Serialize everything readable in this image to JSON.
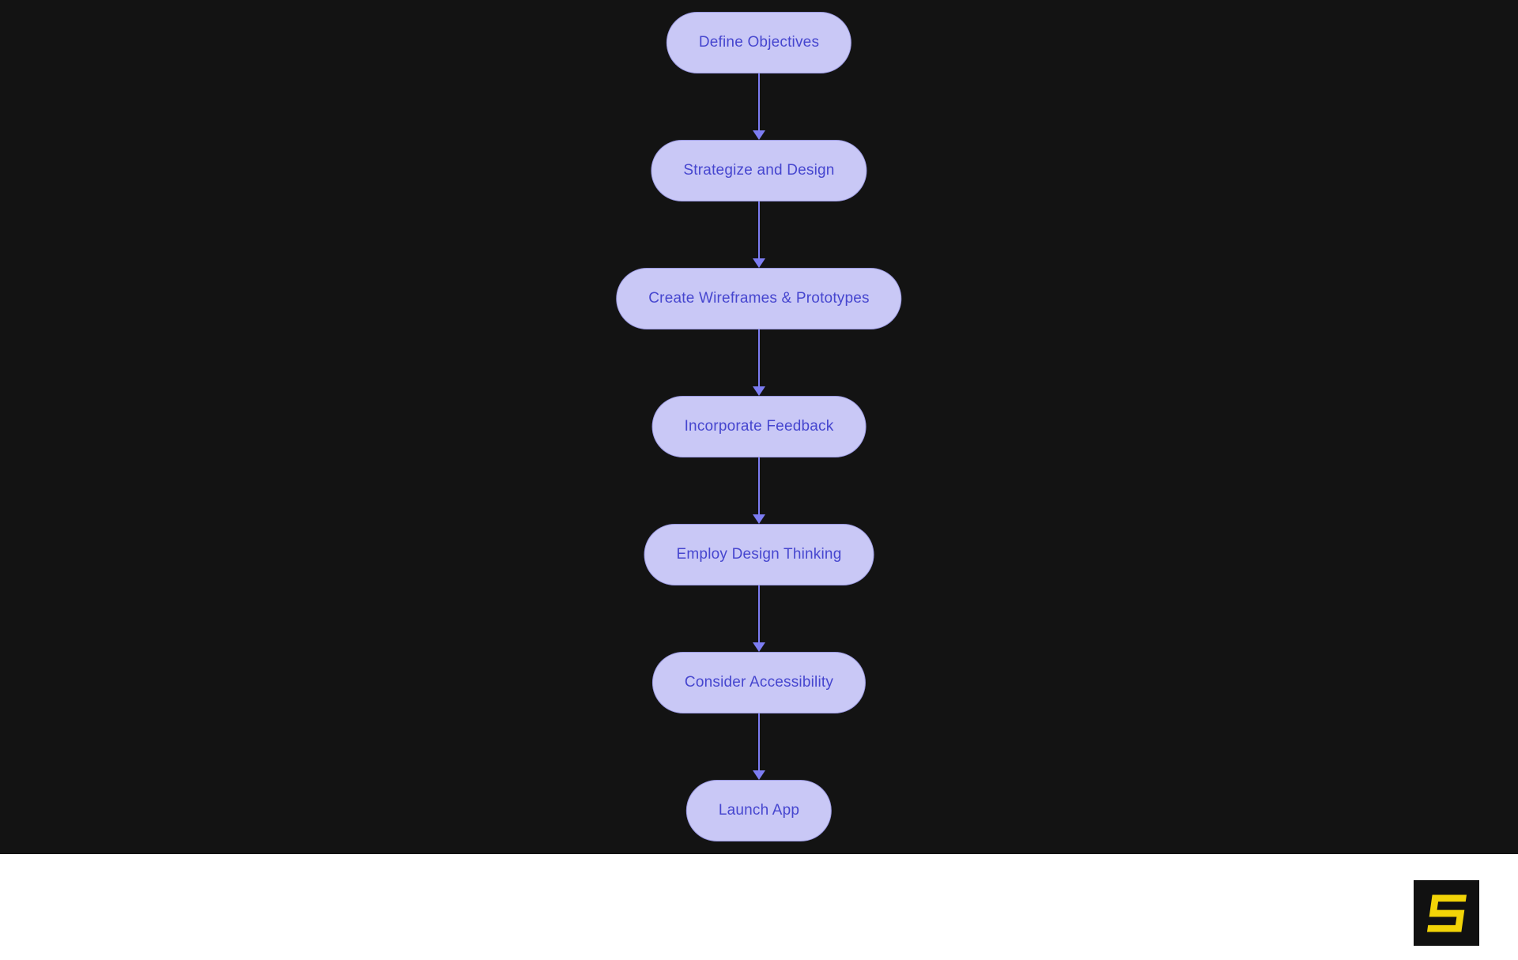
{
  "flowchart": {
    "nodes": [
      {
        "label": "Define Objectives"
      },
      {
        "label": "Strategize and Design"
      },
      {
        "label": "Create Wireframes & Prototypes"
      },
      {
        "label": "Incorporate Feedback"
      },
      {
        "label": "Employ Design Thinking"
      },
      {
        "label": "Consider Accessibility"
      },
      {
        "label": "Launch App"
      }
    ],
    "direction": "top-to-bottom",
    "colors": {
      "background": "#131313",
      "node_fill": "#c9c8f6",
      "node_border": "#9a99e0",
      "node_text": "#4646cf",
      "arrow": "#7d7df3"
    }
  },
  "footer": {
    "background": "#ffffff",
    "logo": {
      "letter": "S",
      "background": "#111111",
      "color": "#f2d407"
    }
  }
}
